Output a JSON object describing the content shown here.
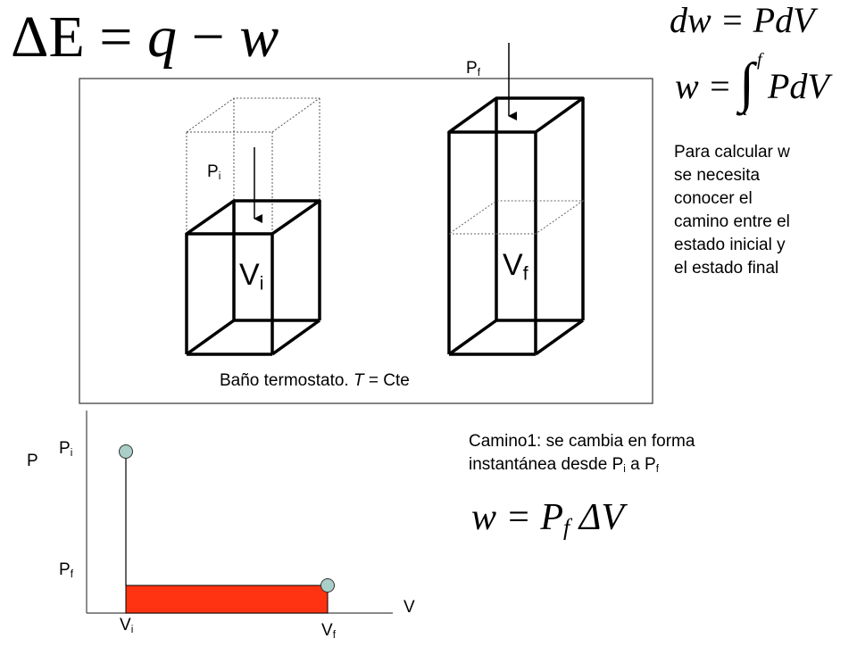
{
  "equations": {
    "first_law": {
      "lhs": "ΔE",
      "eq": "=",
      "q": "q",
      "minus": "−",
      "w": "w"
    },
    "dw": "dw = PdV",
    "w_integral": {
      "lhs": "w =",
      "upper": "f",
      "lower": "i",
      "body": "PdV"
    },
    "w_path1": {
      "lhs": "w =",
      "p": "P",
      "p_sub": "f",
      "rest": "ΔV"
    }
  },
  "bath": {
    "label_prefix": "Baño termostato. ",
    "label_T": "T",
    "label_suffix": " = Cte"
  },
  "left_box": {
    "pressure": {
      "base": "P",
      "sub": "i"
    },
    "volume": {
      "base": "V",
      "sub": "i"
    }
  },
  "right_box": {
    "pressure": {
      "base": "P",
      "sub": "f"
    },
    "volume": {
      "base": "V",
      "sub": "f"
    }
  },
  "note_w": [
    "Para calcular w",
    "se necesita",
    "conocer el",
    "camino entre el",
    "estado inicial y",
    "el estado final"
  ],
  "path1": {
    "line1": "Camino1: se cambia en forma",
    "line2_prefix": "instantánea desde P",
    "line2_sub1": "i",
    "line2_mid": " a P",
    "line2_sub2": "f"
  },
  "pv_plot": {
    "y_axis_label": "P",
    "x_axis_label": "V",
    "y_ticks": [
      {
        "base": "P",
        "sub": "i"
      },
      {
        "base": "P",
        "sub": "f"
      }
    ],
    "x_ticks": [
      {
        "base": "V",
        "sub": "i"
      },
      {
        "base": "V",
        "sub": "f"
      }
    ],
    "fill_color": "#ff3311",
    "point_color": "#a9cfc8"
  }
}
